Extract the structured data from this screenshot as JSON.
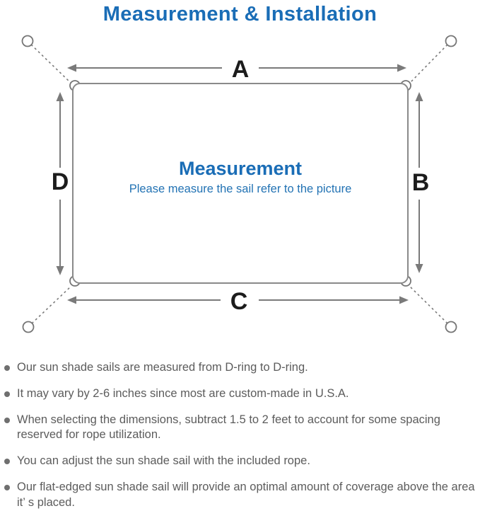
{
  "page": {
    "title": "Measurement & Installation"
  },
  "diagram": {
    "side_labels": {
      "top": "A",
      "right": "B",
      "bottom": "C",
      "left": "D"
    },
    "center_title": "Measurement",
    "center_subtitle": "Please measure the sail refer to the picture",
    "colors": {
      "accent_blue": "#1a6db6",
      "subtitle_blue": "#2373b4",
      "line_gray": "#7a7a7a",
      "label_black": "#1c1c1c",
      "note_gray": "#5c5c5c"
    }
  },
  "notes": {
    "items": [
      "Our sun shade sails are measured from D-ring to D-ring.",
      "It may vary by 2-6 inches since most are custom-made in U.S.A.",
      "When selecting the dimensions, subtract 1.5 to 2 feet to account for some spacing reserved for rope utilization.",
      "You can adjust the sun shade sail with the included rope.",
      "Our flat-edged sun shade sail will provide an optimal amount of coverage above the area it’ s placed."
    ]
  }
}
